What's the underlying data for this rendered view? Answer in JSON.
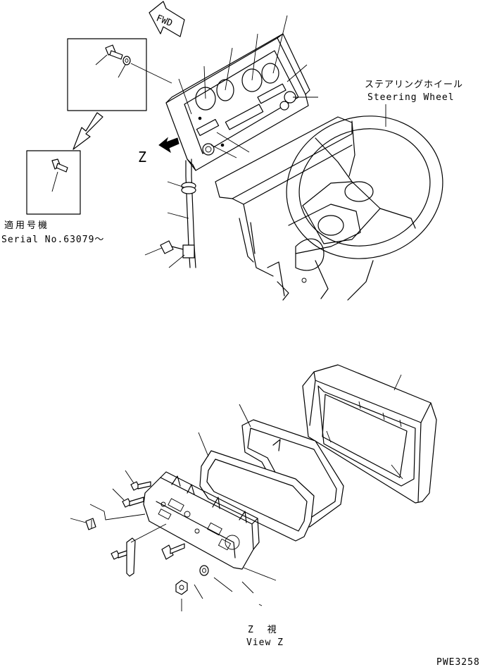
{
  "drawing_code": "PWE3258",
  "labels": {
    "fwd": "FWD",
    "steering_jp": "ステアリングホイール",
    "steering_en": "Steering Wheel",
    "serial_jp": "適用号機",
    "serial_en": "Serial No.63079～",
    "view_marker": "Z",
    "view_jp": "Z 視",
    "view_en": "View Z"
  },
  "colors": {
    "line": "#000000",
    "background": "#ffffff"
  }
}
